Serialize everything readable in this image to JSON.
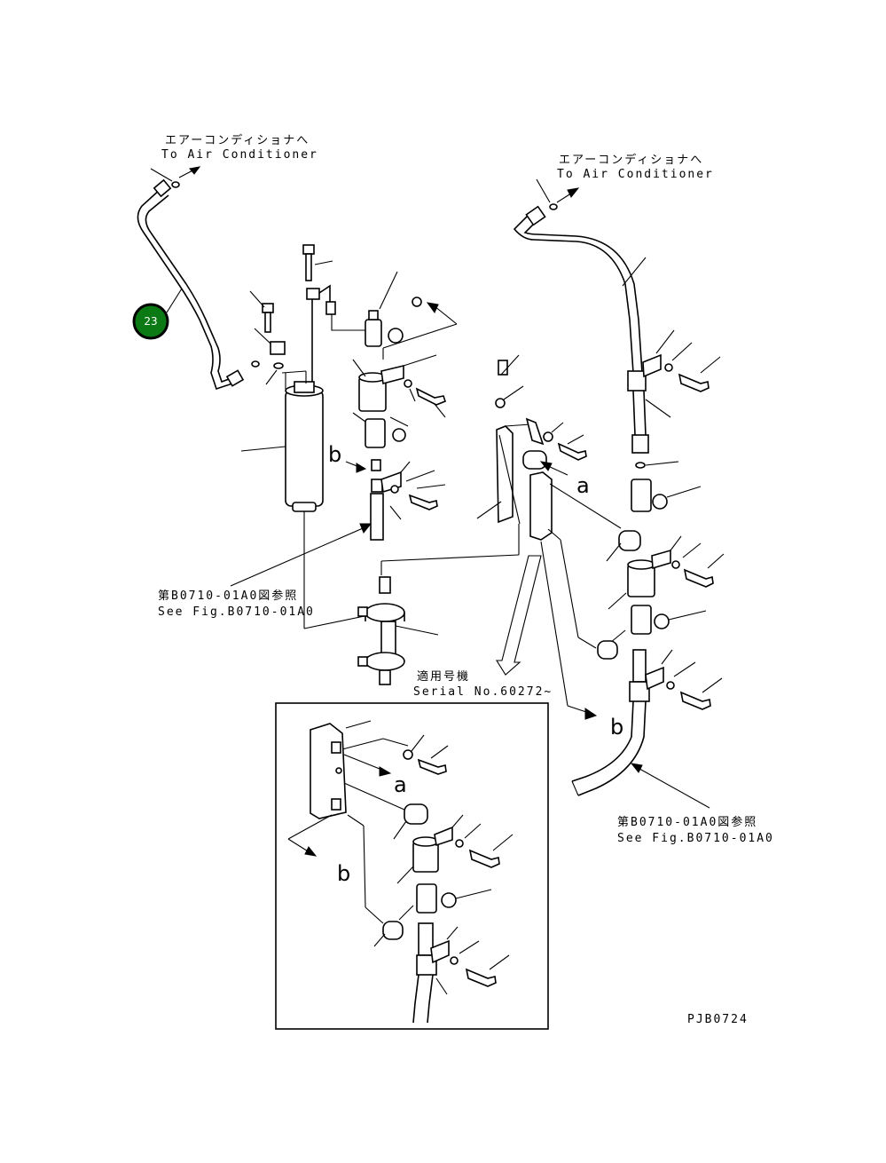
{
  "labels": {
    "to_ac_left_jp": "エアーコンディショナへ",
    "to_ac_left_en": "To Air Conditioner",
    "to_ac_right_jp": "エアーコンディショナへ",
    "to_ac_right_en": "To Air Conditioner",
    "see_fig_left_jp": "第B0710-01A0図参照",
    "see_fig_left_en": "See Fig.B0710-01A0",
    "see_fig_right_jp": "第B0710-01A0図参照",
    "see_fig_right_en": "See Fig.B0710-01A0",
    "serial_jp": "適用号機",
    "serial_en": "Serial No.60272~",
    "ref_a": "a",
    "ref_b": "b",
    "drawing_code": "PJB0724"
  },
  "callout": {
    "number": "23",
    "color": "#0b7a14"
  }
}
